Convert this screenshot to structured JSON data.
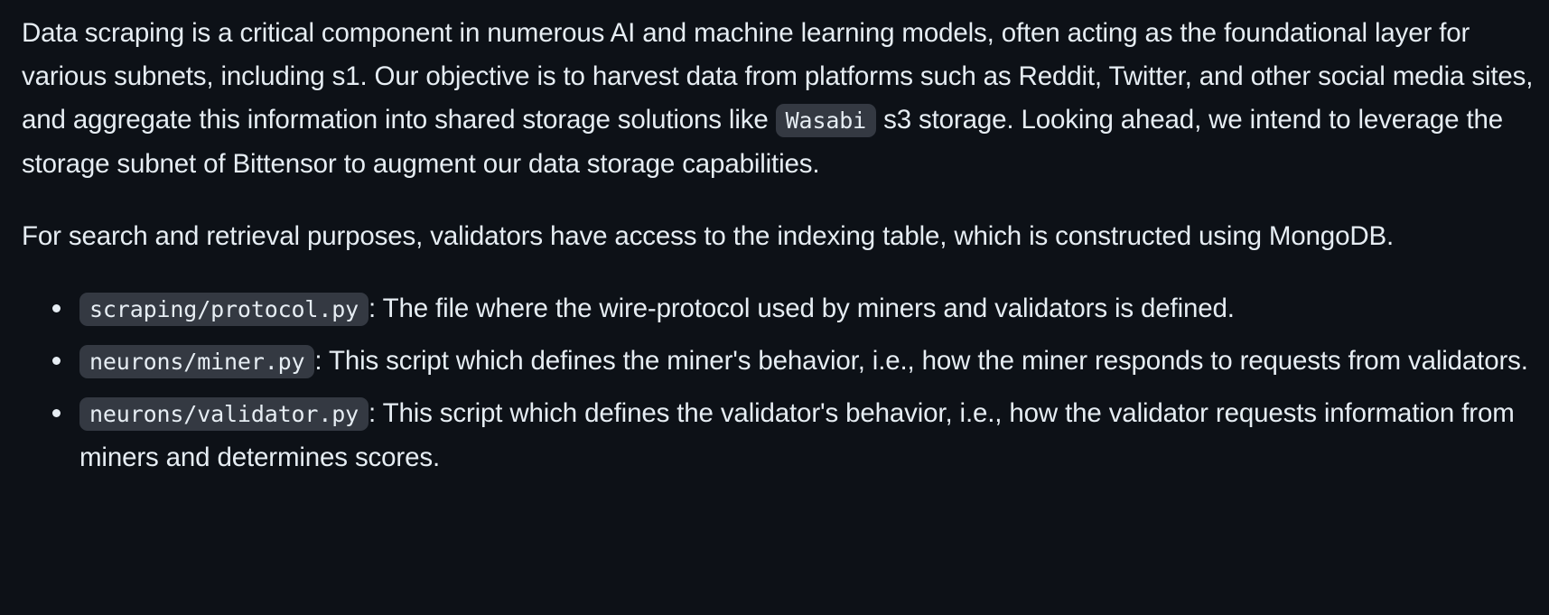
{
  "content": {
    "paragraph_1": {
      "text_before_code": "Data scraping is a critical component in numerous AI and machine learning models, often acting as the foundational layer for various subnets, including s1. Our objective is to harvest data from platforms such as Reddit, Twitter, and other social media sites, and aggregate this information into shared storage solutions like ",
      "code": "Wasabi",
      "text_after_code": " s3 storage. Looking ahead, we intend to leverage the storage subnet of Bittensor to augment our data storage capabilities."
    },
    "paragraph_2": {
      "text": "For search and retrieval purposes, validators have access to the indexing table, which is constructed using MongoDB."
    },
    "file_list": [
      {
        "code": "scraping/protocol.py",
        "description": ": The file where the wire-protocol used by miners and validators is defined."
      },
      {
        "code": "neurons/miner.py",
        "description": ": This script which defines the miner's behavior, i.e., how the miner responds to requests from validators."
      },
      {
        "code": "neurons/validator.py",
        "description": ": This script which defines the validator's behavior, i.e., how the validator requests information from miners and determines scores."
      }
    ]
  },
  "colors": {
    "background": "#0d1117",
    "text": "#e6edf3",
    "code_background": "#343942"
  }
}
